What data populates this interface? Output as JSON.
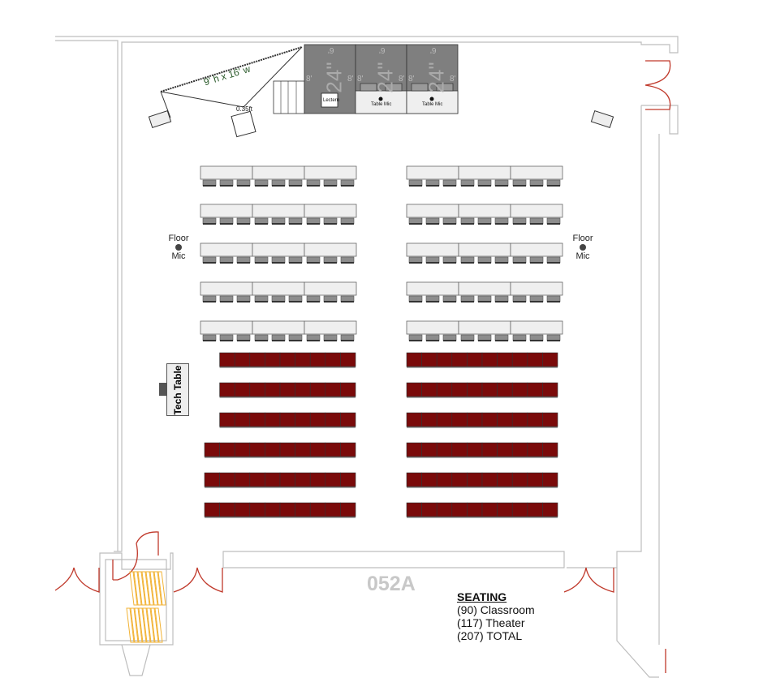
{
  "room_number": "052A",
  "seating": {
    "heading": "SEATING",
    "lines": [
      "(90) Classroom",
      "(117) Theater",
      "(207) TOTAL"
    ]
  },
  "floor_mic_label": [
    "Floor",
    "Mic"
  ],
  "tech_table_label": "Tech Table",
  "truss_label": "9' h   x   16' w",
  "projector_label": "0.35ft",
  "stage": {
    "panels": [
      {
        "size": "24\"",
        "width": "8'",
        "depth": "6'",
        "item": "Lectern"
      },
      {
        "size": "24\"",
        "width": "8'",
        "depth": "6'",
        "item": "Table Mic"
      },
      {
        "size": "24\"",
        "width": "8'",
        "depth": "6'",
        "item": "Table Mic"
      }
    ]
  },
  "classroom": {
    "rows": 5,
    "tables_per_side": 3,
    "chairs_per_table": 3
  },
  "theater": {
    "left_rows_seats": [
      9,
      9,
      9,
      10,
      10,
      10
    ],
    "right_rows_seats": [
      10,
      10,
      10,
      10,
      10,
      10
    ]
  },
  "colors": {
    "wall": "#bdbdbd",
    "door": "#c0392b",
    "theater_seat": "#7a0a0a",
    "table": "#efefef",
    "chair": "#8d8d8d",
    "stage": "#7f7f7f",
    "stacked_chairs": "#f2b233"
  }
}
